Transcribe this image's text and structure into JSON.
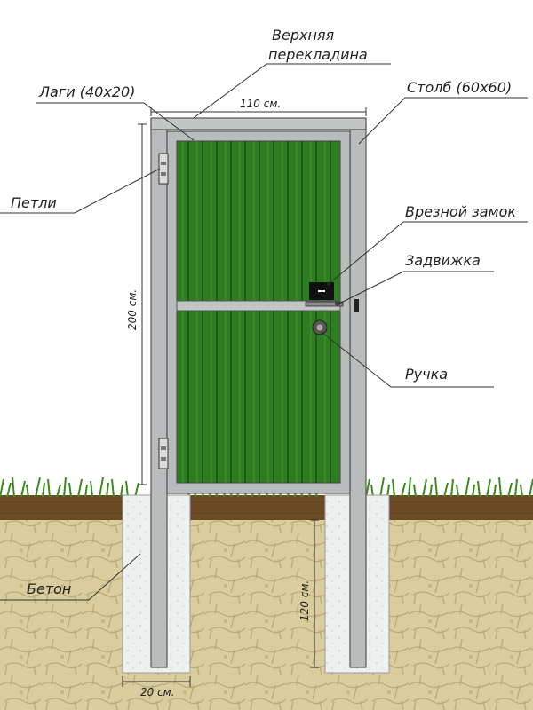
{
  "labels": {
    "top_crossbar": [
      "Верхняя",
      "перекладина"
    ],
    "rails": "Лаги (40х20)",
    "post": "Столб (60х60)",
    "hinges": "Петли",
    "mortise_lock": "Врезной замок",
    "latch": "Задвижка",
    "handle": "Ручка",
    "concrete": "Бетон"
  },
  "dimensions": {
    "width": "110 см.",
    "height": "200 см.",
    "depth": "120 см.",
    "footing_width": "20 см."
  },
  "colors": {
    "sheet_green": "#2f7d22",
    "sheet_rib": "#1d5a14",
    "frame_steel": "#b9bcbc",
    "soil_top": "#6b4a24",
    "ground": "#d8cb9c",
    "concrete": "#ecefef",
    "grass": "#3d8a1f"
  }
}
